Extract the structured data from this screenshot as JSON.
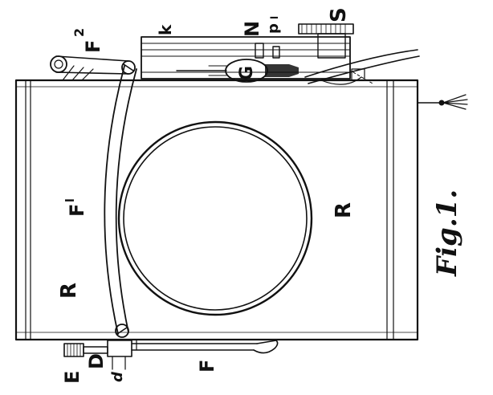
{
  "labels": {
    "F2_letter": "F",
    "F2_sup": "2",
    "k": "k",
    "N": "N",
    "p1_letter": "p",
    "p1_sup": "l",
    "S": "S",
    "G": "G",
    "F1_letter": "F",
    "F1_sup": "l",
    "R_left": "R",
    "R_right": "R",
    "E": "E",
    "D": "D",
    "d": "d",
    "F_bottom": "F",
    "fig": "Fig.1."
  },
  "colors": {
    "ink": "#111111",
    "paper": "#ffffff"
  }
}
